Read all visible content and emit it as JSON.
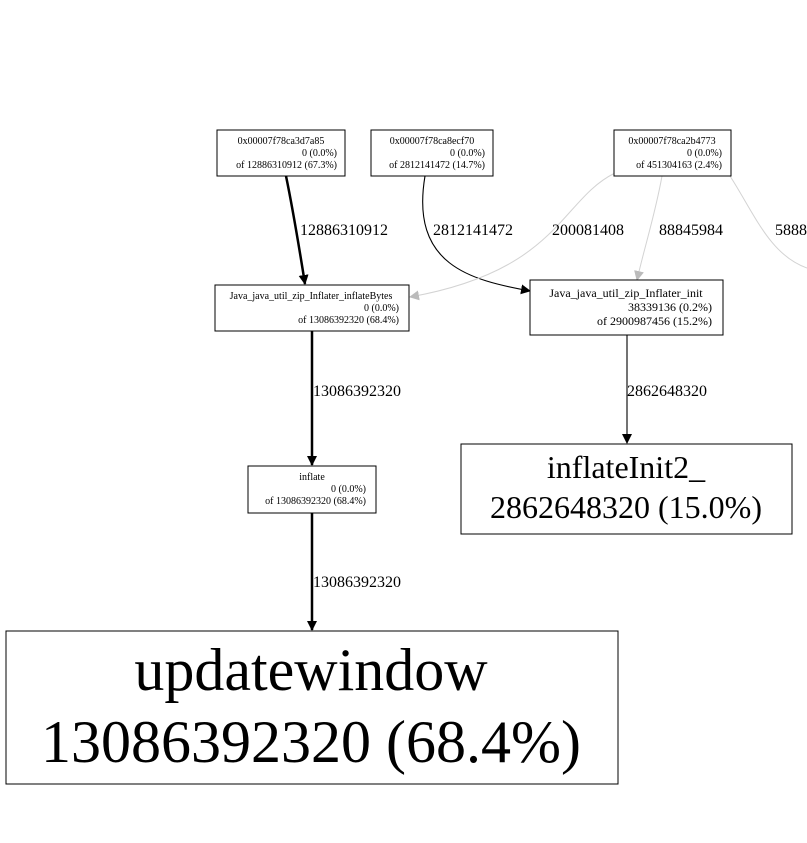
{
  "graph": {
    "nodes": [
      {
        "id": "n_a85",
        "lines": [
          "0x00007f78ca3d7a85",
          "0 (0.0%)",
          "of 12886310912 (67.3%)"
        ]
      },
      {
        "id": "n_f70",
        "lines": [
          "0x00007f78ca8ecf70",
          "0 (0.0%)",
          "of 2812141472 (14.7%)"
        ]
      },
      {
        "id": "n_773",
        "lines": [
          "0x00007f78ca2b4773",
          "0 (0.0%)",
          "of 451304163 (2.4%)"
        ]
      },
      {
        "id": "n_inflateBytes",
        "lines": [
          "Java_java_util_zip_Inflater_inflateBytes",
          "0 (0.0%)",
          "of 13086392320 (68.4%)"
        ]
      },
      {
        "id": "n_init",
        "lines": [
          "Java_java_util_zip_Inflater_init",
          "38339136 (0.2%)",
          "of 2900987456 (15.2%)"
        ]
      },
      {
        "id": "n_inflate",
        "lines": [
          "inflate",
          "0 (0.0%)",
          "of 13086392320 (68.4%)"
        ]
      },
      {
        "id": "n_inflateInit2",
        "lines": [
          "inflateInit2_",
          "2862648320 (15.0%)"
        ]
      },
      {
        "id": "n_updatewindow",
        "lines": [
          "updatewindow",
          "13086392320 (68.4%)"
        ]
      }
    ],
    "edges": [
      {
        "from": "n_a85",
        "to": "n_inflateBytes",
        "label": "12886310912",
        "weight": "heavy"
      },
      {
        "from": "n_f70",
        "to": "n_init",
        "label": "2812141472",
        "weight": "normal"
      },
      {
        "from": "n_773",
        "to": "n_inflateBytes",
        "label": "200081408",
        "weight": "faint"
      },
      {
        "from": "n_773",
        "to": "n_init",
        "label": "88845984",
        "weight": "faint"
      },
      {
        "from": "n_773",
        "to": "offscreen",
        "label": "5888",
        "weight": "faint"
      },
      {
        "from": "n_inflateBytes",
        "to": "n_inflate",
        "label": "13086392320",
        "weight": "heavy"
      },
      {
        "from": "n_init",
        "to": "n_inflateInit2",
        "label": "2862648320",
        "weight": "normal"
      },
      {
        "from": "n_inflate",
        "to": "n_updatewindow",
        "label": "13086392320",
        "weight": "heavy"
      }
    ]
  },
  "colors": {
    "stroke": "#000000",
    "faint_edge": "#d3d3d3",
    "background": "#ffffff"
  }
}
